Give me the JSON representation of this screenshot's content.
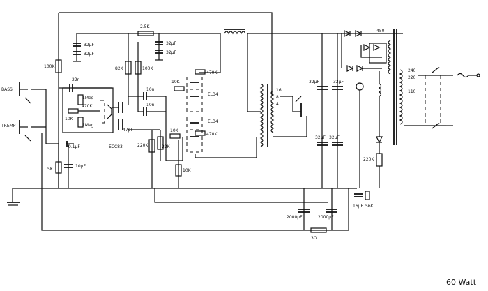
{
  "inputs": [
    "BASS",
    "TREMP"
  ],
  "tubes": [
    "ECC83",
    "EL34",
    "EL34"
  ],
  "labels": {
    "r_100k_left": "100K",
    "c_22n": "22n",
    "pot_1meg_a": "1Meg",
    "r_470k_tone": "470K",
    "r_10k_tone": "10K",
    "pot_1meg_b": "1Meg",
    "c_01uf": "0.1µF",
    "r_5k_cathode": "5K",
    "c_10uf_cathode": "10µF",
    "r_25k_top": "2.5K",
    "c_32uf_a": "32µF",
    "c_32uf_b": "32µF",
    "c_32uf_c": "32µF",
    "c_32uf_d": "32µF",
    "r_82k": "82K",
    "r_100k_mid": "100K",
    "c_10n_a": "10n",
    "c_10n_b": "10n",
    "c_47pf": "47pF",
    "r_220k": "220K",
    "r_22k_split": "22K",
    "r_10k_grid_a": "10K",
    "r_10k_grid_b": "10K",
    "r_470k_a": "470K",
    "r_470k_b": "470K",
    "r_10k_tail": "10K",
    "c_32uf_ps1": "32µF",
    "c_32uf_ps2": "32µF",
    "c_32uf_ps3": "32µF",
    "c_32uf_ps4": "32µF",
    "tap_16": "16",
    "tap_8": "8",
    "tap_4": "4",
    "hv_450": "450",
    "mains_240": "240",
    "mains_220": "220",
    "mains_110": "110",
    "r_220k_bias": "220K",
    "c_16uf": "16µF",
    "r_56k": "56K",
    "c_2000uf_a": "2000µF",
    "c_2000uf_b": "2000µF",
    "r_3ohm": "3Ω"
  },
  "caption": "60 Watt"
}
